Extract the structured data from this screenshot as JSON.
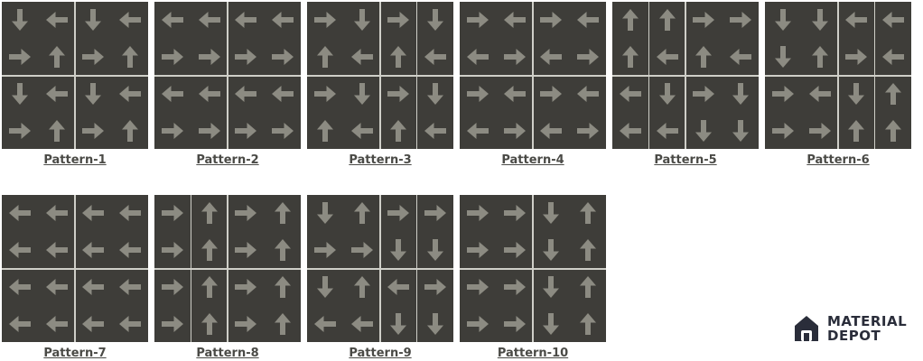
{
  "colors": {
    "tile": "#3e3d39",
    "arrow": "#8c8b82",
    "grout": "#cfcfc8"
  },
  "brand": {
    "line1": "MATERIAL",
    "line2": "DEPOT"
  },
  "patterns": [
    {
      "label": "Pattern-1",
      "accent_cols": [],
      "arrows": [
        "D",
        "L",
        "D",
        "L",
        "R",
        "U",
        "R",
        "U",
        "D",
        "L",
        "D",
        "L",
        "R",
        "U",
        "R",
        "U"
      ]
    },
    {
      "label": "Pattern-2",
      "accent_cols": [],
      "arrows": [
        "L",
        "L",
        "L",
        "L",
        "R",
        "R",
        "R",
        "R",
        "L",
        "L",
        "L",
        "L",
        "R",
        "R",
        "R",
        "R"
      ]
    },
    {
      "label": "Pattern-3",
      "accent_cols": [
        3
      ],
      "arrows": [
        "R",
        "D",
        "R",
        "D",
        "U",
        "L",
        "U",
        "L",
        "R",
        "D",
        "R",
        "D",
        "U",
        "L",
        "U",
        "L"
      ]
    },
    {
      "label": "Pattern-4",
      "accent_cols": [],
      "arrows": [
        "R",
        "L",
        "R",
        "L",
        "L",
        "R",
        "L",
        "R",
        "R",
        "L",
        "R",
        "L",
        "L",
        "R",
        "L",
        "R"
      ]
    },
    {
      "label": "Pattern-5",
      "accent_cols": [
        1
      ],
      "arrows": [
        "U",
        "U",
        "R",
        "R",
        "U",
        "L",
        "U",
        "L",
        "L",
        "D",
        "R",
        "D",
        "L",
        "L",
        "D",
        "D"
      ]
    },
    {
      "label": "Pattern-6",
      "accent_cols": [
        3
      ],
      "arrows": [
        "D",
        "D",
        "L",
        "L",
        "D",
        "U",
        "R",
        "L",
        "R",
        "L",
        "D",
        "U",
        "R",
        "R",
        "U",
        "U"
      ]
    },
    {
      "label": "Pattern-7",
      "accent_cols": [],
      "arrows": [
        "L",
        "L",
        "L",
        "L",
        "L",
        "L",
        "L",
        "L",
        "L",
        "L",
        "L",
        "L",
        "L",
        "L",
        "L",
        "L"
      ]
    },
    {
      "label": "Pattern-8",
      "accent_cols": [
        1
      ],
      "arrows": [
        "R",
        "U",
        "R",
        "U",
        "R",
        "U",
        "R",
        "U",
        "R",
        "U",
        "R",
        "U",
        "R",
        "U",
        "R",
        "U"
      ]
    },
    {
      "label": "Pattern-9",
      "accent_cols": [
        3
      ],
      "arrows": [
        "D",
        "U",
        "R",
        "R",
        "R",
        "R",
        "D",
        "D",
        "D",
        "U",
        "L",
        "R",
        "L",
        "L",
        "D",
        "D"
      ]
    },
    {
      "label": "Pattern-10",
      "accent_cols": [],
      "arrows": [
        "R",
        "R",
        "D",
        "U",
        "R",
        "R",
        "D",
        "U",
        "R",
        "R",
        "D",
        "U",
        "R",
        "R",
        "D",
        "U"
      ]
    }
  ]
}
